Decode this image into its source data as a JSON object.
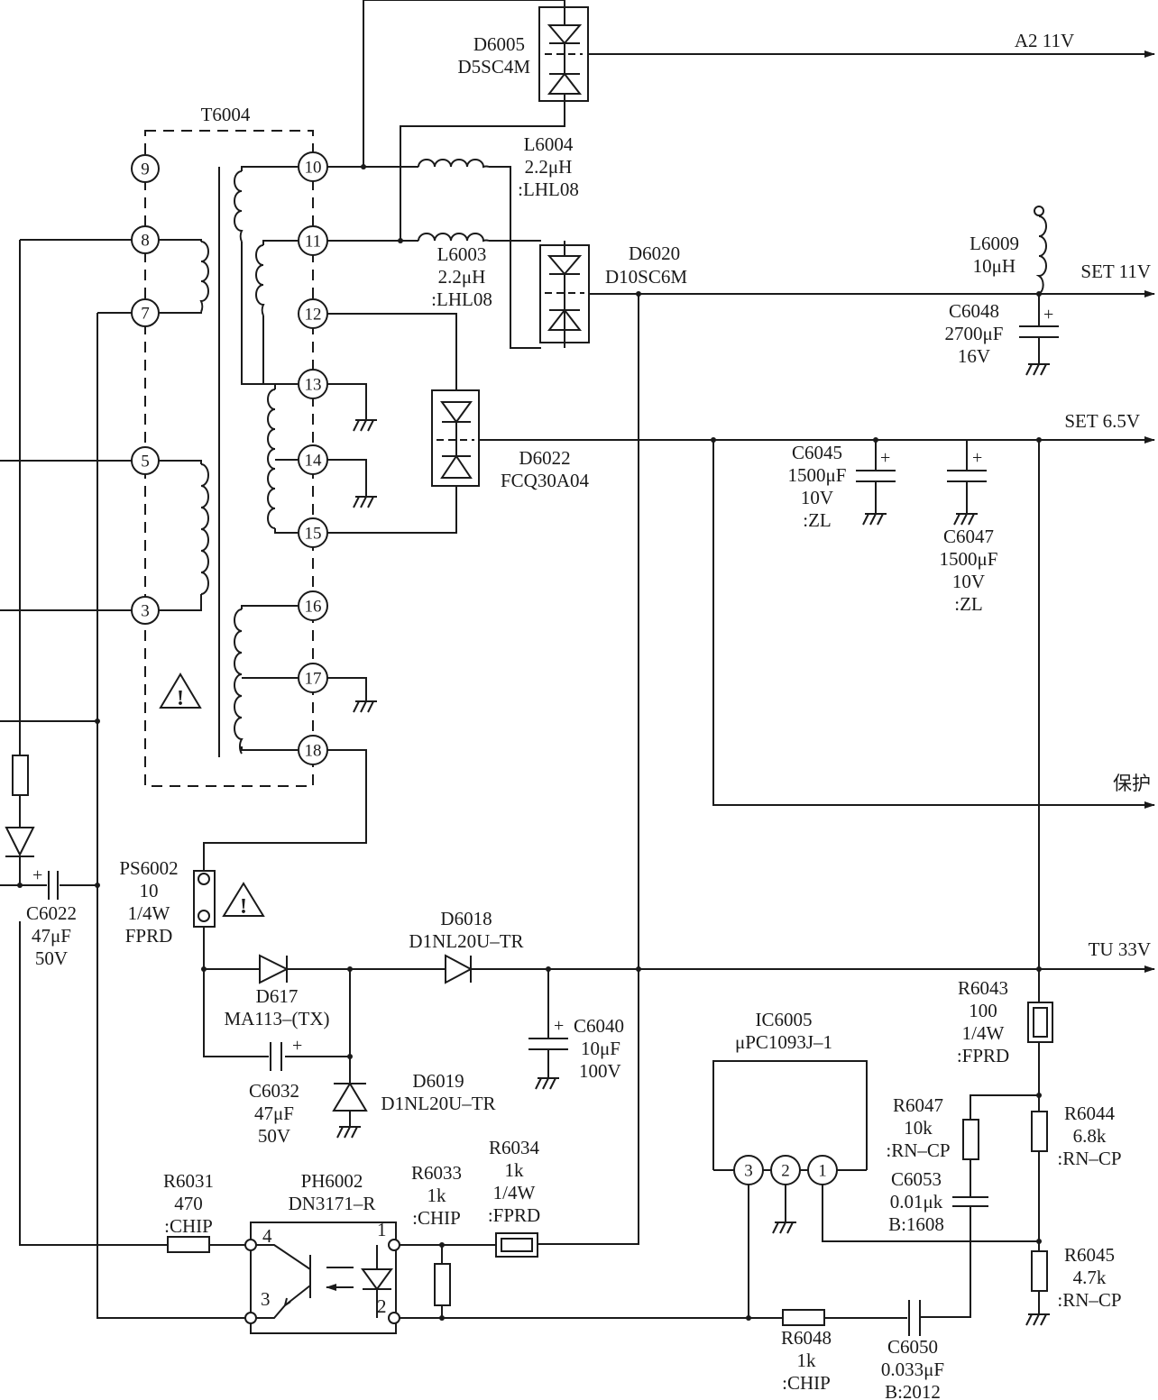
{
  "transformer": {
    "ref": "T6004",
    "pins": [
      "9",
      "8",
      "7",
      "5",
      "3",
      "10",
      "11",
      "12",
      "13",
      "14",
      "15",
      "16",
      "17",
      "18"
    ]
  },
  "outputs": {
    "a2": "A2 11V",
    "set11": "SET 11V",
    "set65": "SET 6.5V",
    "protect": "保护",
    "tu33": "TU 33V"
  },
  "parts": {
    "d6005": [
      "D6005",
      "D5SC4M"
    ],
    "l6004": [
      "L6004",
      "2.2μH",
      ":LHL08"
    ],
    "l6003": [
      "L6003",
      "2.2μH",
      ":LHL08"
    ],
    "d6020": [
      "D6020",
      "D10SC6M"
    ],
    "l6009": [
      "L6009",
      "10μH"
    ],
    "c6048": [
      "C6048",
      "2700μF",
      "16V"
    ],
    "d6022": [
      "D6022",
      "FCQ30A04"
    ],
    "c6045": [
      "C6045",
      "1500μF",
      "10V",
      ":ZL"
    ],
    "c6047": [
      "C6047",
      "1500μF",
      "10V",
      ":ZL"
    ],
    "ps6002": [
      "PS6002",
      "10",
      "1/4W",
      "FPRD"
    ],
    "c6022": [
      "C6022",
      "47μF",
      "50V"
    ],
    "d6018": [
      "D6018",
      "D1NL20U–TR"
    ],
    "d617": [
      "D617",
      "MA113–(TX)"
    ],
    "c6040": [
      "C6040",
      "10μF",
      "100V"
    ],
    "c6032": [
      "C6032",
      "47μF",
      "50V"
    ],
    "d6019": [
      "D6019",
      "D1NL20U–TR"
    ],
    "r6043": [
      "R6043",
      "100",
      "1/4W",
      ":FPRD"
    ],
    "ic6005": [
      "IC6005",
      "μPC1093J–1"
    ],
    "r6047": [
      "R6047",
      "10k",
      ":RN–CP"
    ],
    "r6044": [
      "R6044",
      "6.8k",
      ":RN–CP"
    ],
    "c6053": [
      "C6053",
      "0.01μk",
      "B:1608"
    ],
    "r6045": [
      "R6045",
      "4.7k",
      ":RN–CP"
    ],
    "r6031": [
      "R6031",
      "470",
      ":CHIP"
    ],
    "ph6002": [
      "PH6002",
      "DN3171–R"
    ],
    "r6033": [
      "R6033",
      "1k",
      ":CHIP"
    ],
    "r6034": [
      "R6034",
      "1k",
      "1/4W",
      ":FPRD"
    ],
    "r6048": [
      "R6048",
      "1k",
      ":CHIP"
    ],
    "c6050": [
      "C6050",
      "0.033μF",
      "B:2012"
    ]
  },
  "ic_pins": [
    "3",
    "2",
    "1"
  ],
  "ph_pins": [
    "4",
    "3",
    "1",
    "2"
  ],
  "polarity": "+",
  "warning_symbol": "!"
}
